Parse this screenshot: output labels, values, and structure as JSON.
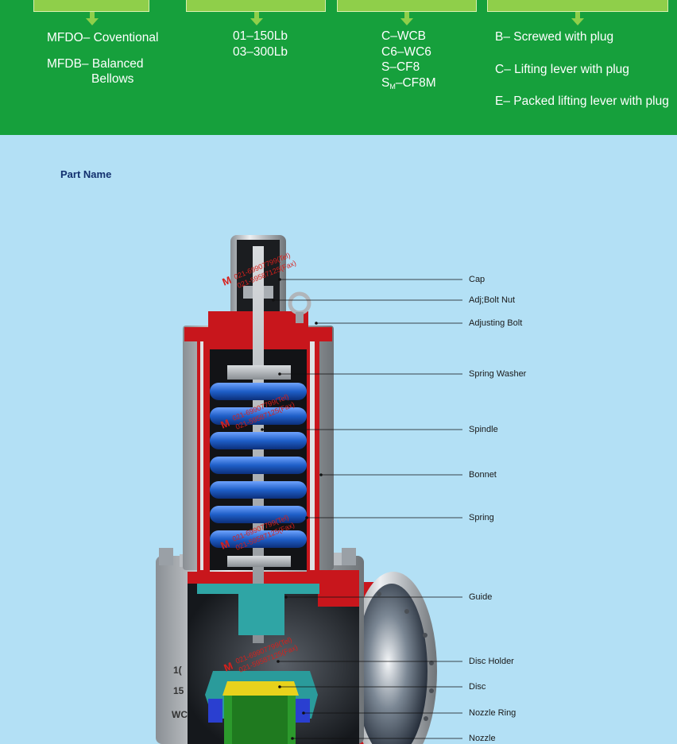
{
  "codes": {
    "type": {
      "items": [
        {
          "code": "MFDO–",
          "text": "Coventional"
        },
        {
          "code": "MFDB–",
          "text": "Balanced",
          "text2": "Bellows"
        }
      ]
    },
    "rating": {
      "items": [
        "01–150Lb",
        "03–300Lb"
      ]
    },
    "material": {
      "items": [
        "C–WCB",
        "C6–WC6",
        "S–CF8"
      ],
      "last": {
        "main": "S",
        "sub": "M",
        "rest": "–CF8M"
      }
    },
    "cap": {
      "items": [
        {
          "code": "B–",
          "text": "Screwed with plug"
        },
        {
          "code": "C–",
          "text": "Lifting lever with plug"
        },
        {
          "code": "E–",
          "text": "Packed lifting lever with plug"
        }
      ]
    }
  },
  "part_section": {
    "heading": "Part Name",
    "parts": [
      "Cap",
      "Adj;Bolt Nut",
      "Adjusting Bolt",
      "Spring Washer",
      "Spindle",
      "Bonnet",
      "Spring",
      "Guide",
      "Disc Holder",
      "Disc",
      "Nozzle Ring",
      "Nozzle"
    ],
    "watermark_lines": [
      "021-69907799(Tel)",
      "021-59587125(Fax)"
    ]
  },
  "colors": {
    "band_green": "#16a03c",
    "code_box": "#8fcf4a",
    "background": "#b3e0f5",
    "heading_navy": "#12306e",
    "body_red": "#c8161c",
    "spring_blue": "#1f5fc8",
    "guide_teal": "#2fa5a5",
    "disc_yellow": "#e8d21c",
    "nozzle_green": "#2c9a2c"
  }
}
